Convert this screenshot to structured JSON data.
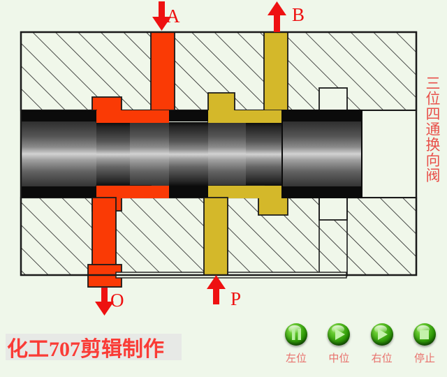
{
  "diagram": {
    "title_vertical": "三位四通换向阀",
    "ports": {
      "A": {
        "label": "A",
        "arrow": "down-arrow-icon"
      },
      "B": {
        "label": "B",
        "arrow": "up-arrow-icon"
      },
      "O": {
        "label": "O",
        "arrow": "down-arrow-icon"
      },
      "P": {
        "label": "P",
        "arrow": "up-arrow-icon"
      }
    },
    "colors": {
      "background": "#eff7ea",
      "red_fluid": "#fa3a05",
      "gold_fluid": "#d4b82a",
      "body_fill": "#f0f7ea",
      "outline": "#1a1a1a",
      "label_red": "#ee1111",
      "title_red": "#e8504a",
      "spool_dark": "#121212",
      "spool_light": "#d8d8d8"
    }
  },
  "watermark": {
    "text": "化工707剪辑制作"
  },
  "controls": {
    "buttons": [
      {
        "label": "左位",
        "icon": "pause-icon"
      },
      {
        "label": "中位",
        "icon": "play-icon"
      },
      {
        "label": "右位",
        "icon": "play-icon"
      },
      {
        "label": "停止",
        "icon": "stop-icon"
      }
    ]
  }
}
